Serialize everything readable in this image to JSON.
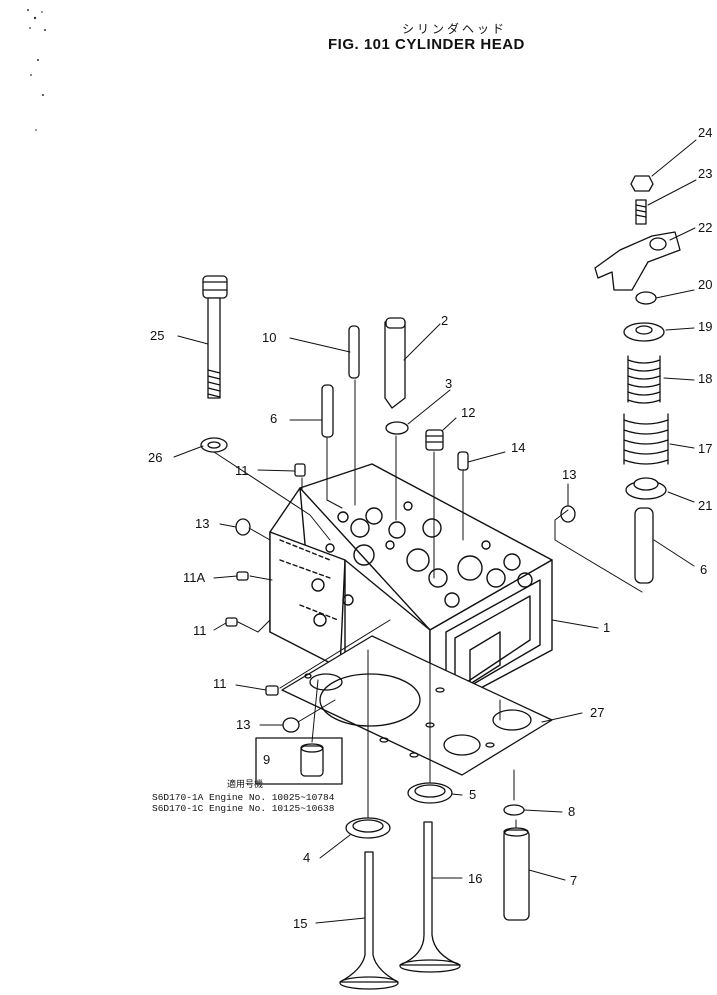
{
  "header": {
    "japanese_title": "シリンダヘッド",
    "figure_title": "FIG. 101  CYLINDER HEAD"
  },
  "note": {
    "heading": "適用号機",
    "lines": [
      "S6D170-1A  Engine  No. 10025~10784",
      "S6D170-1C  Engine  No. 10125~10638"
    ]
  },
  "callouts": [
    "24",
    "23",
    "22",
    "20",
    "19",
    "18",
    "17",
    "21",
    "6",
    "2",
    "10",
    "25",
    "3",
    "12",
    "14",
    "13",
    "26",
    "11",
    "6",
    "13",
    "11A",
    "11",
    "1",
    "11",
    "27",
    "13",
    "9",
    "5",
    "8",
    "4",
    "16",
    "7",
    "15"
  ],
  "part_icons": [
    "cylinder-head-body",
    "gasket",
    "bolt",
    "valve",
    "valve-guide",
    "valve-spring",
    "rocker-arm",
    "seal-ring",
    "plug",
    "dowel-pin"
  ]
}
